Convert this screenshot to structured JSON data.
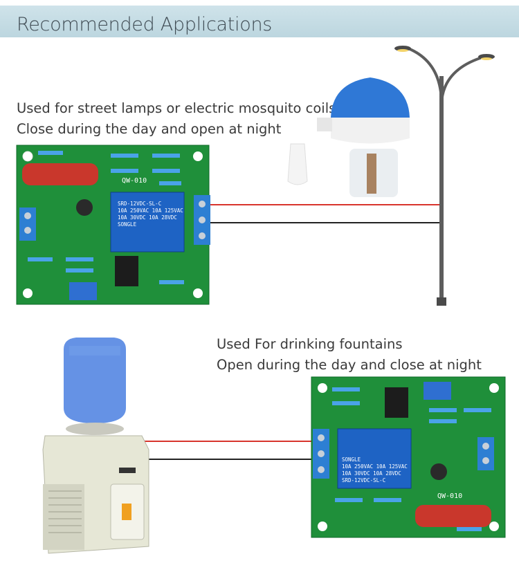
{
  "banner": {
    "title": "Recommended Applications"
  },
  "section_street": {
    "line1": "Used for street lamps or electric mosquito coils",
    "line2": "Close during the day and open at night",
    "board_label": "QW-010",
    "relay_text": [
      "SRD-12VDC-SL-C",
      "10A 250VAC 10A 125VAC",
      "10A 30VDC 10A 28VDC",
      "SONGLE"
    ]
  },
  "section_fountain": {
    "line1": "Used For drinking fountains",
    "line2": "Open during the day and close at night",
    "board_label": "QW-010",
    "relay_text": [
      "SRD-12VDC-SL-C",
      "10A 250VAC 10A 125VAC",
      "10A 30VDC 10A 28VDC",
      "SONGLE"
    ]
  },
  "colors": {
    "pcb_green": "#1f8f3a",
    "terminal_blue": "#2d7fd3",
    "relay_blue": "#1e63c4",
    "wire_red": "#d8342c",
    "wire_black": "#222222",
    "banner_bg": "#c6dde5"
  }
}
